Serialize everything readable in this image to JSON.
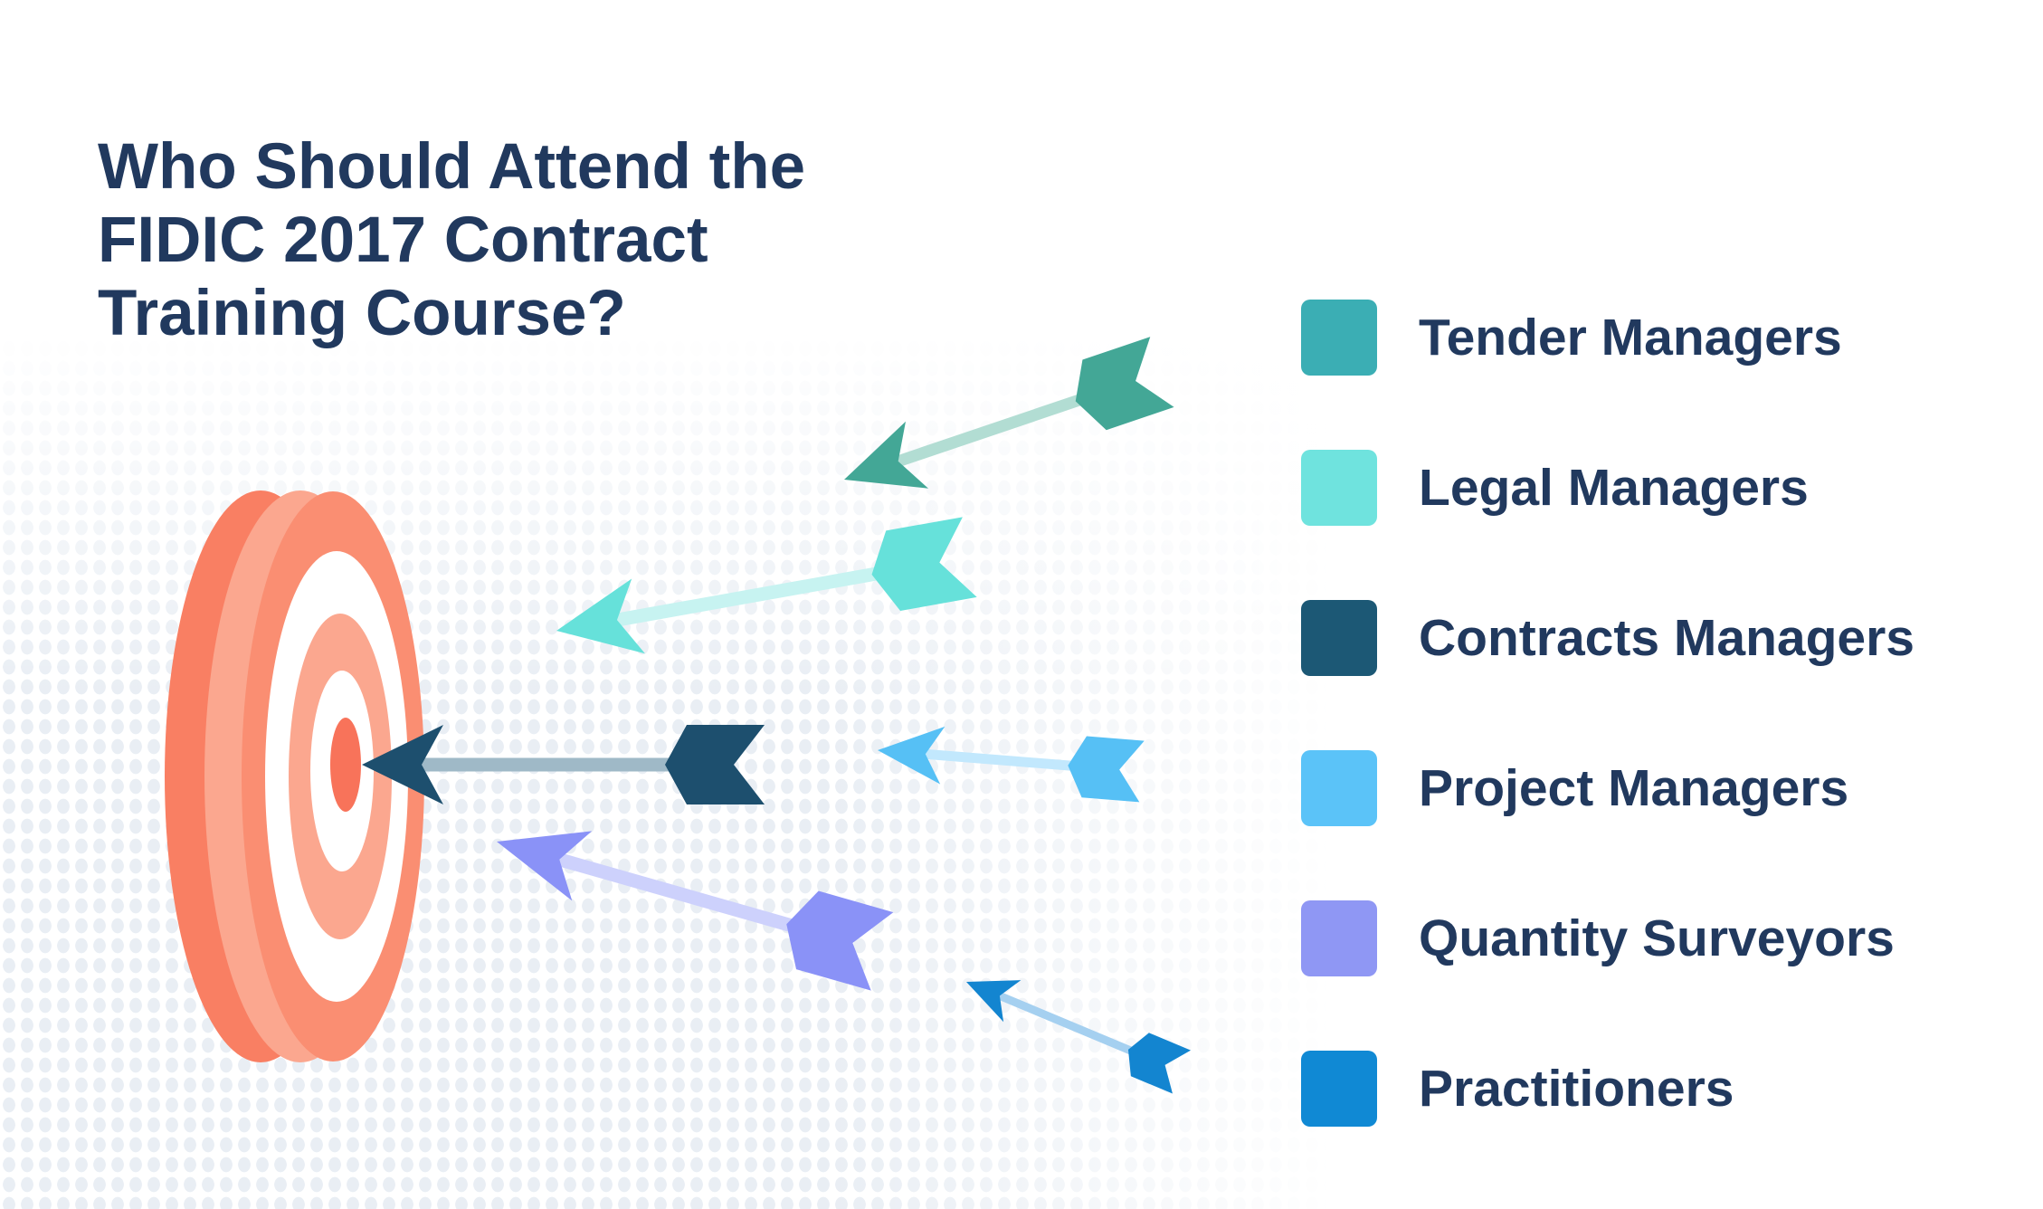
{
  "title": {
    "lines": [
      "Who Should Attend the",
      "FIDIC 2017 Contract",
      "Training Course?"
    ],
    "color": "#21395E"
  },
  "legend": {
    "items": [
      {
        "label": "Tender Managers",
        "color": "#3BAEB4"
      },
      {
        "label": "Legal Managers",
        "color": "#6FE3DE"
      },
      {
        "label": "Contracts Managers",
        "color": "#1C5875"
      },
      {
        "label": "Project Managers",
        "color": "#5BC3F8"
      },
      {
        "label": "Quantity Surveyors",
        "color": "#8F97F4"
      },
      {
        "label": "Practitioners",
        "color": "#1089D4"
      }
    ]
  },
  "diagram": {
    "dot_color": "#E9EEF4",
    "target": {
      "body_dark": "#F97F63",
      "body_light": "#FBA78F",
      "face": "#FA8E72",
      "ring_white": "#FFFFFF",
      "ring_light": "#FBA78F",
      "bullseye": "#F8735A"
    },
    "arrows": [
      {
        "name": "tender-managers-arrow",
        "head_color": "#43A796",
        "shaft_color": "#B2DDD3"
      },
      {
        "name": "legal-managers-arrow",
        "head_color": "#66E1DA",
        "shaft_color": "#C7F3F1"
      },
      {
        "name": "contracts-managers-arrow",
        "head_color": "#1D4F6E",
        "shaft_color": "#9FB9C7"
      },
      {
        "name": "project-managers-arrow",
        "head_color": "#56C0F5",
        "shaft_color": "#C2E8FD"
      },
      {
        "name": "quantity-surveyors-arrow",
        "head_color": "#8A92F7",
        "shaft_color": "#CDD1FC"
      },
      {
        "name": "practitioners-arrow",
        "head_color": "#1385D0",
        "shaft_color": "#A5D0F0"
      }
    ]
  }
}
